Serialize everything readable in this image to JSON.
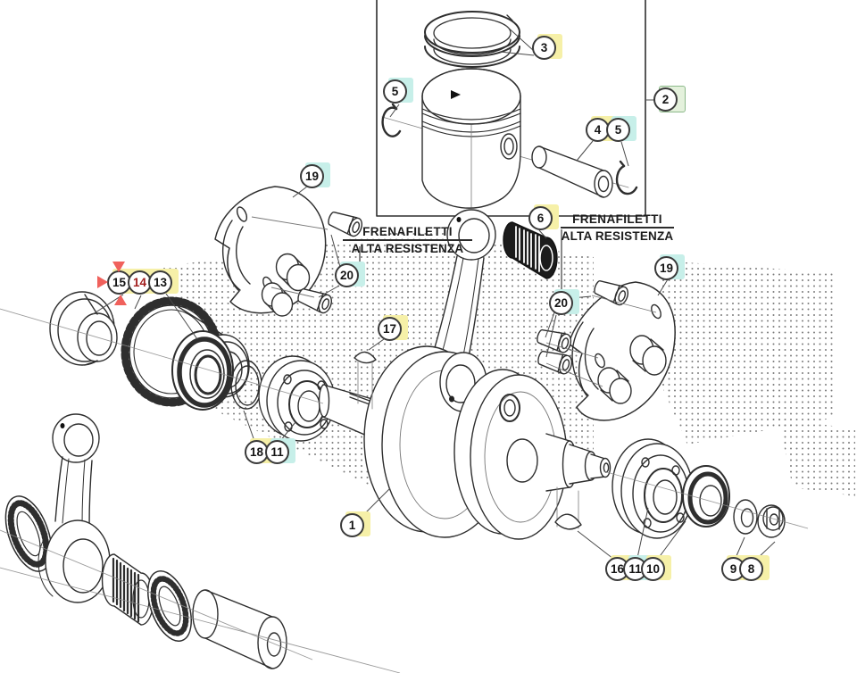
{
  "diagram": {
    "type": "exploded-parts-diagram",
    "subject": "crankshaft and piston assembly"
  },
  "notes": {
    "left": {
      "line1": "FRENAFILETTI",
      "line2": "ALTA RESISTENZA"
    },
    "right": {
      "line1": "FRENAFILETTI",
      "line2": "ALTA RESISTENZA"
    }
  },
  "callouts": [
    {
      "label": "3",
      "highlight": "yellow"
    },
    {
      "label": "2",
      "highlight": "green"
    },
    {
      "label": "5",
      "highlight": "cyan"
    },
    {
      "label": "4",
      "highlight": "yellow"
    },
    {
      "label": "5",
      "highlight": "cyan"
    },
    {
      "label": "19",
      "highlight": "cyan"
    },
    {
      "label": "6",
      "highlight": "yellow"
    },
    {
      "label": "20",
      "highlight": "cyan"
    },
    {
      "label": "19",
      "highlight": "cyan"
    },
    {
      "label": "20",
      "highlight": "cyan"
    },
    {
      "label": "15",
      "highlight": "yellow",
      "cursor": true
    },
    {
      "label": "14",
      "highlight": "yellow",
      "text_color": "#a21f1f"
    },
    {
      "label": "13",
      "highlight": "yellow"
    },
    {
      "label": "17",
      "highlight": "yellow"
    },
    {
      "label": "18",
      "highlight": "yellow"
    },
    {
      "label": "11",
      "highlight": "cyan"
    },
    {
      "label": "1",
      "highlight": "yellow"
    },
    {
      "label": "16",
      "highlight": "yellow"
    },
    {
      "label": "11",
      "highlight": "cyan"
    },
    {
      "label": "10",
      "highlight": "yellow"
    },
    {
      "label": "9",
      "highlight": "yellow"
    },
    {
      "label": "8",
      "highlight": "yellow"
    }
  ],
  "cursor": {
    "attached_to_callout": "15",
    "color": "#f0615c"
  },
  "colors": {
    "highlight_yellow": "#f6f0a8",
    "highlight_cyan": "#c7efe9",
    "highlight_green_fill": "#e4f1dc",
    "highlight_green_border": "#8cb98a",
    "callout_red_text": "#a21f1f",
    "cursor_red": "#f0615c",
    "line_art": "#2e2e2e"
  }
}
